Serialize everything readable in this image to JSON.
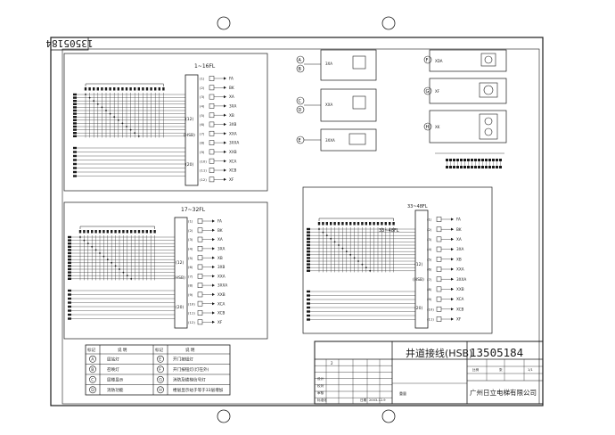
{
  "drawing": {
    "number": "13505184",
    "rotated_number": "13505184",
    "title": "井道接线(HSB)",
    "company": "广州日立电梯有限公司",
    "date": "2003-12-9"
  },
  "panel_a": {
    "range": "1~16FL",
    "group_top": "(12)",
    "hsb": "(HSB)",
    "group_bottom": "(20)"
  },
  "panel_b": {
    "range": "17~32FL",
    "group_top": "(12)",
    "hsb": "(HSB)",
    "group_bottom": "(20)"
  },
  "panel_c": {
    "range": "33~48FL",
    "sub_range": "33~48FL",
    "group_top": "(12)",
    "hsb": "(HSB)",
    "group_bottom": "(20)"
  },
  "terminal_labels": [
    "FA",
    "BK",
    "XA",
    "3XA",
    "XB",
    "3XB",
    "XXA",
    "3XXA",
    "XXB",
    "XCA",
    "XCB",
    "XF"
  ],
  "terminal_labels_c": [
    "FA",
    "BK",
    "XA",
    "3XA",
    "XB",
    "XXA",
    "3XXA",
    "XXB",
    "XCA",
    "XCB",
    "XF"
  ],
  "detail_labels": [
    "3XA",
    "XXA",
    "3XXA",
    "XDA",
    "XF",
    "XK"
  ],
  "legend": {
    "header_code": "标记",
    "header_desc": "说 明",
    "rows": [
      {
        "code": "A",
        "desc": "层站灯"
      },
      {
        "code": "B",
        "desc": "召唤灯"
      },
      {
        "code": "C",
        "desc": "层楼显示"
      },
      {
        "code": "D",
        "desc": "消防功能"
      }
    ],
    "rows_right": [
      {
        "code": "E",
        "desc": "开门按钮灯"
      },
      {
        "code": "F",
        "desc": "开门按钮灯(灯在外)"
      },
      {
        "code": "G",
        "desc": "消防及锁梯信号灯"
      },
      {
        "code": "H",
        "desc": "楼层显示站于等于33层增加"
      }
    ]
  },
  "title_block": {
    "rev": "2",
    "design": "设计",
    "check": "校对",
    "approve": "审核",
    "standard": "标准化",
    "scale_label": "比例",
    "sheet_label": "张",
    "date_label": "日期",
    "weight_label": "重量",
    "page": "1/1"
  }
}
